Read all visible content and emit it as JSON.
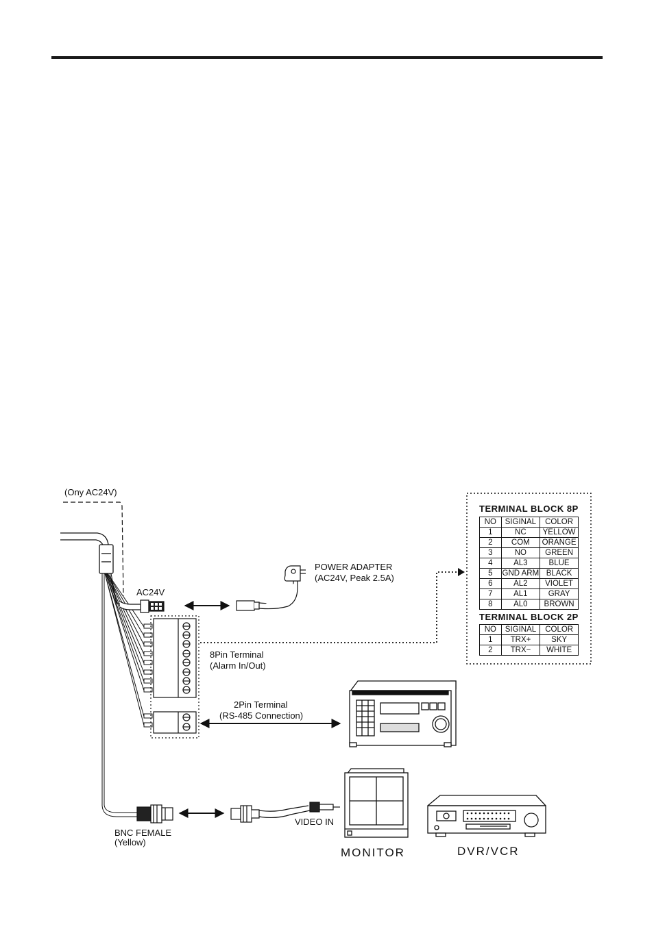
{
  "labels": {
    "ony_ac24v": "(Ony AC24V)",
    "ac24v": "AC24V",
    "power_adapter_line1": "POWER ADAPTER",
    "power_adapter_line2": "(AC24V, Peak 2.5A)",
    "pin8_line1": "8Pin Terminal",
    "pin8_line2": "(Alarm In/Out)",
    "pin2_line1": "2Pin Terminal",
    "pin2_line2": "(RS-485 Connection)",
    "bnc_line1": "BNC FEMALE",
    "bnc_line2": "(Yellow)",
    "video_in": "VIDEO IN",
    "monitor": "MONITOR",
    "dvr_vcr": "DVR/VCR"
  },
  "terminal_block_8p": {
    "title": "TERMINAL BLOCK 8P",
    "headers": [
      "NO",
      "SIGINAL",
      "COLOR"
    ],
    "rows": [
      [
        "1",
        "NC",
        "YELLOW"
      ],
      [
        "2",
        "COM",
        "ORANGE"
      ],
      [
        "3",
        "NO",
        "GREEN"
      ],
      [
        "4",
        "AL3",
        "BLUE"
      ],
      [
        "5",
        "GND ARM",
        "BLACK"
      ],
      [
        "6",
        "AL2",
        "VIOLET"
      ],
      [
        "7",
        "AL1",
        "GRAY"
      ],
      [
        "8",
        "AL0",
        "BROWN"
      ]
    ]
  },
  "terminal_block_2p": {
    "title": "TERMINAL BLOCK 2P",
    "headers": [
      "NO",
      "SIGINAL",
      "COLOR"
    ],
    "rows": [
      [
        "1",
        "TRX+",
        "SKY"
      ],
      [
        "2",
        "TRX−",
        "WHITE"
      ]
    ]
  }
}
